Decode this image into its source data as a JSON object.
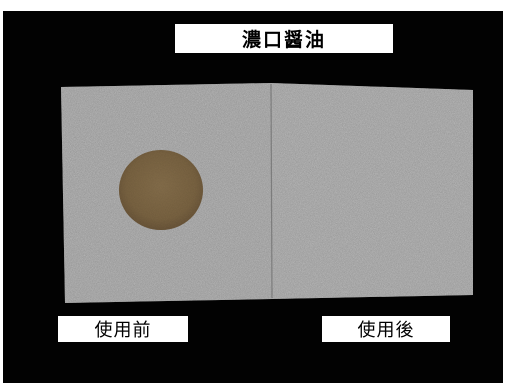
{
  "title": "濃口醤油",
  "labels": {
    "before": "使用前",
    "after": "使用後"
  },
  "colors": {
    "background": "#020202",
    "cloth": "#a3a3a3",
    "stain": "#7d6544",
    "label_bg": "#ffffff"
  }
}
